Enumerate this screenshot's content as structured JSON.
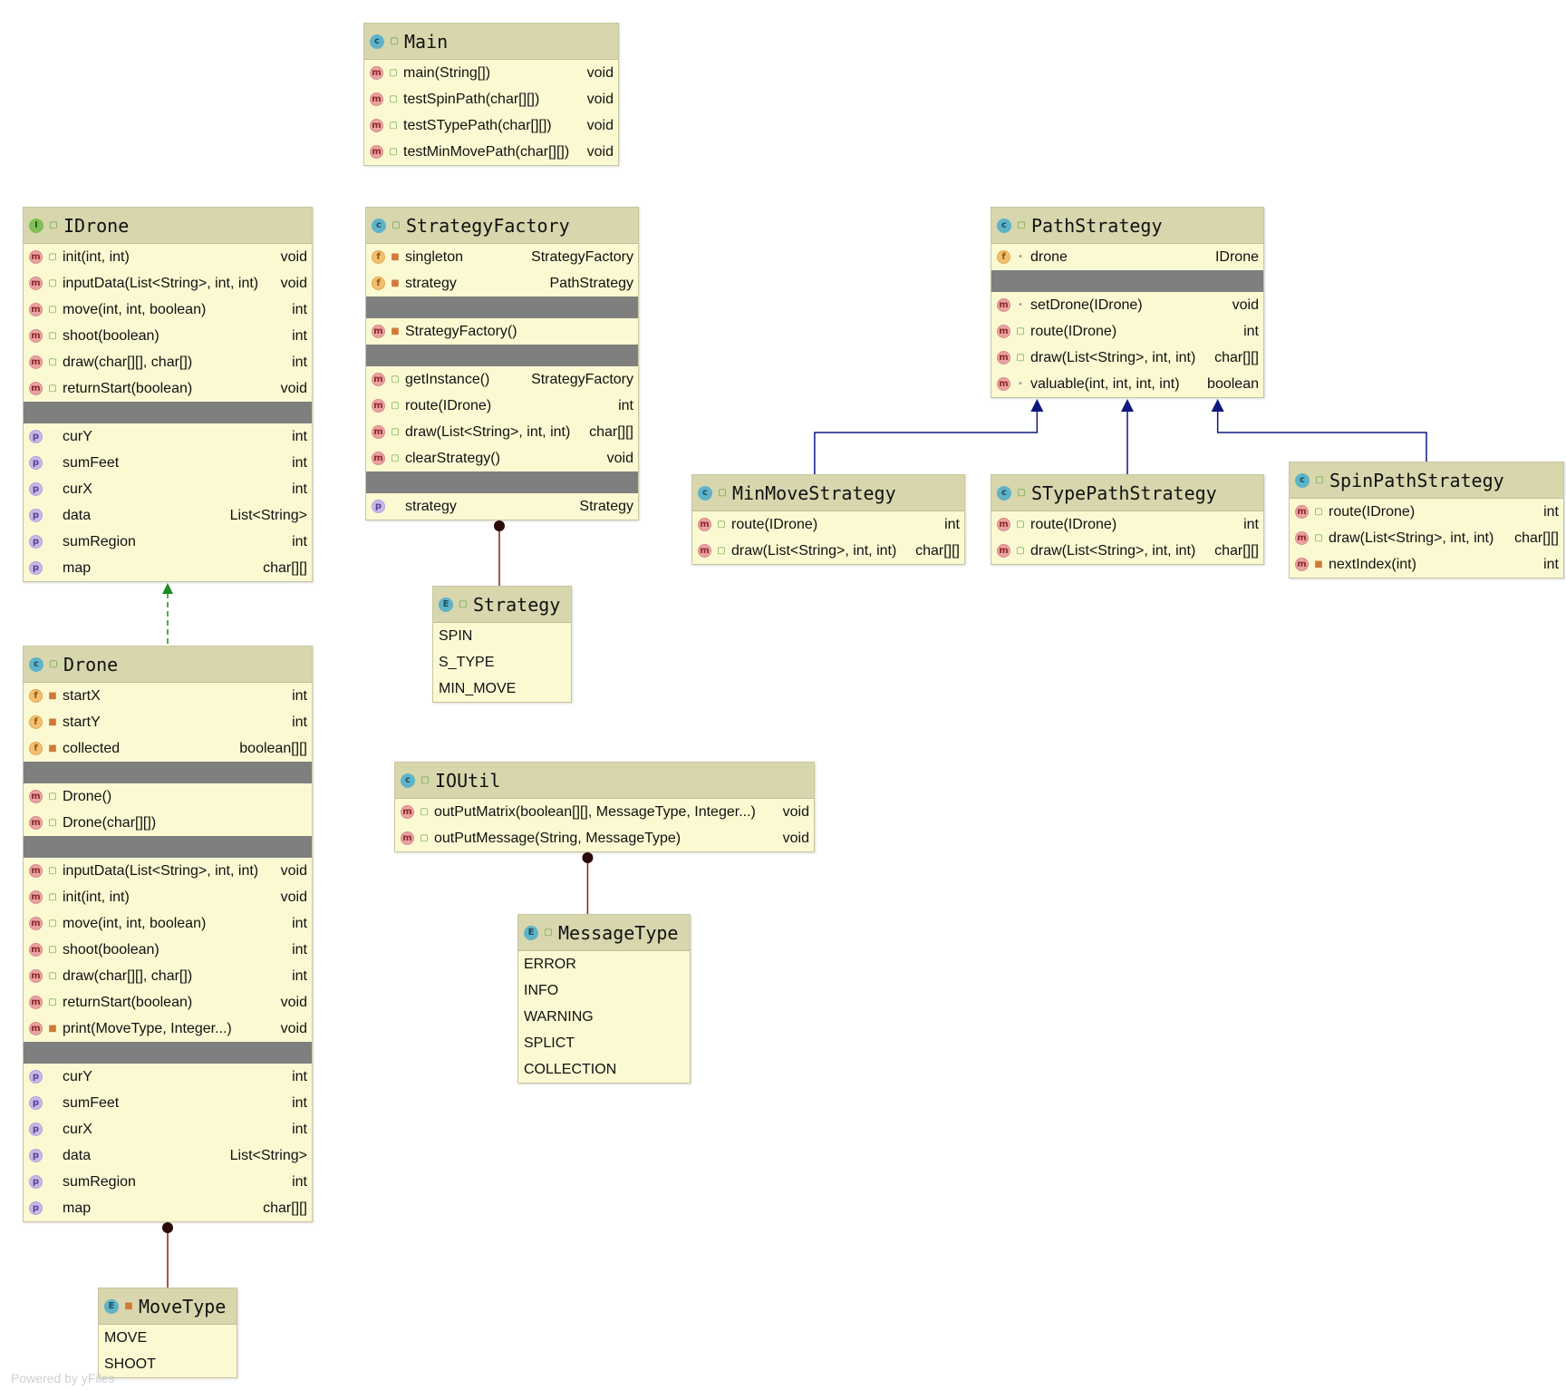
{
  "nodes": [
    {
      "id": "Main",
      "kind": "class",
      "title": "Main",
      "sections": [
        [
          {
            "icon": "m",
            "vis": "public",
            "name": "main(String[])",
            "type": "void"
          },
          {
            "icon": "m",
            "vis": "public",
            "name": "testSpinPath(char[][])",
            "type": "void"
          },
          {
            "icon": "m",
            "vis": "public",
            "name": "testSTypePath(char[][])",
            "type": "void"
          },
          {
            "icon": "m",
            "vis": "public",
            "name": "testMinMovePath(char[][])",
            "type": "void"
          }
        ]
      ]
    },
    {
      "id": "IDrone",
      "kind": "interface",
      "title": "IDrone",
      "sections": [
        [
          {
            "icon": "m",
            "vis": "public",
            "name": "init(int, int)",
            "type": "void"
          },
          {
            "icon": "m",
            "vis": "public",
            "name": "inputData(List<String>, int, int)",
            "type": "void"
          },
          {
            "icon": "m",
            "vis": "public",
            "name": "move(int, int, boolean)",
            "type": "int"
          },
          {
            "icon": "m",
            "vis": "public",
            "name": "shoot(boolean)",
            "type": "int"
          },
          {
            "icon": "m",
            "vis": "public",
            "name": "draw(char[][], char[])",
            "type": "int"
          },
          {
            "icon": "m",
            "vis": "public",
            "name": "returnStart(boolean)",
            "type": "void"
          }
        ],
        [
          {
            "icon": "p",
            "vis": "none",
            "name": "curY",
            "type": "int"
          },
          {
            "icon": "p",
            "vis": "none",
            "name": "sumFeet",
            "type": "int"
          },
          {
            "icon": "p",
            "vis": "none",
            "name": "curX",
            "type": "int"
          },
          {
            "icon": "p",
            "vis": "none",
            "name": "data",
            "type": "List<String>"
          },
          {
            "icon": "p",
            "vis": "none",
            "name": "sumRegion",
            "type": "int"
          },
          {
            "icon": "p",
            "vis": "none",
            "name": "map",
            "type": "char[][]"
          }
        ]
      ]
    },
    {
      "id": "StrategyFactory",
      "kind": "class",
      "title": "StrategyFactory",
      "sections": [
        [
          {
            "icon": "f",
            "vis": "private",
            "name": "singleton",
            "type": "StrategyFactory"
          },
          {
            "icon": "f",
            "vis": "private",
            "name": "strategy",
            "type": "PathStrategy"
          }
        ],
        [
          {
            "icon": "m",
            "vis": "private",
            "name": "StrategyFactory()",
            "type": ""
          }
        ],
        [
          {
            "icon": "m",
            "vis": "public",
            "name": "getInstance()",
            "type": "StrategyFactory"
          },
          {
            "icon": "m",
            "vis": "public",
            "name": "route(IDrone)",
            "type": "int"
          },
          {
            "icon": "m",
            "vis": "public",
            "name": "draw(List<String>, int, int)",
            "type": "char[][]"
          },
          {
            "icon": "m",
            "vis": "public",
            "name": "clearStrategy()",
            "type": "void"
          }
        ],
        [
          {
            "icon": "p",
            "vis": "none",
            "name": "strategy",
            "type": "Strategy"
          }
        ]
      ]
    },
    {
      "id": "PathStrategy",
      "kind": "class",
      "title": "PathStrategy",
      "sections": [
        [
          {
            "icon": "f",
            "vis": "package",
            "name": "drone",
            "type": "IDrone"
          }
        ],
        [
          {
            "icon": "m",
            "vis": "package",
            "name": "setDrone(IDrone)",
            "type": "void"
          },
          {
            "icon": "m",
            "vis": "public",
            "name": "route(IDrone)",
            "type": "int"
          },
          {
            "icon": "m",
            "vis": "public",
            "name": "draw(List<String>, int, int)",
            "type": "char[][]"
          },
          {
            "icon": "m",
            "vis": "package",
            "name": "valuable(int, int, int, int)",
            "type": "boolean"
          }
        ]
      ]
    },
    {
      "id": "MinMoveStrategy",
      "kind": "class",
      "title": "MinMoveStrategy",
      "sections": [
        [
          {
            "icon": "m",
            "vis": "public",
            "name": "route(IDrone)",
            "type": "int"
          },
          {
            "icon": "m",
            "vis": "public",
            "name": "draw(List<String>, int, int)",
            "type": "char[][]"
          }
        ]
      ]
    },
    {
      "id": "STypePathStrategy",
      "kind": "class",
      "title": "STypePathStrategy",
      "sections": [
        [
          {
            "icon": "m",
            "vis": "public",
            "name": "route(IDrone)",
            "type": "int"
          },
          {
            "icon": "m",
            "vis": "public",
            "name": "draw(List<String>, int, int)",
            "type": "char[][]"
          }
        ]
      ]
    },
    {
      "id": "SpinPathStrategy",
      "kind": "class",
      "title": "SpinPathStrategy",
      "sections": [
        [
          {
            "icon": "m",
            "vis": "public",
            "name": "route(IDrone)",
            "type": "int"
          },
          {
            "icon": "m",
            "vis": "public",
            "name": "draw(List<String>, int, int)",
            "type": "char[][]"
          },
          {
            "icon": "m",
            "vis": "private",
            "name": "nextIndex(int)",
            "type": "int"
          }
        ]
      ]
    },
    {
      "id": "Strategy",
      "kind": "enum",
      "title": "Strategy",
      "constants": [
        "SPIN",
        "S_TYPE",
        "MIN_MOVE"
      ]
    },
    {
      "id": "Drone",
      "kind": "class",
      "title": "Drone",
      "sections": [
        [
          {
            "icon": "f",
            "vis": "private",
            "name": "startX",
            "type": "int"
          },
          {
            "icon": "f",
            "vis": "private",
            "name": "startY",
            "type": "int"
          },
          {
            "icon": "f",
            "vis": "private",
            "name": "collected",
            "type": "boolean[][]"
          }
        ],
        [
          {
            "icon": "m",
            "vis": "public",
            "name": "Drone()",
            "type": ""
          },
          {
            "icon": "m",
            "vis": "public",
            "name": "Drone(char[][])",
            "type": ""
          }
        ],
        [
          {
            "icon": "m",
            "vis": "public",
            "name": "inputData(List<String>, int, int)",
            "type": "void"
          },
          {
            "icon": "m",
            "vis": "public",
            "name": "init(int, int)",
            "type": "void"
          },
          {
            "icon": "m",
            "vis": "public",
            "name": "move(int, int, boolean)",
            "type": "int"
          },
          {
            "icon": "m",
            "vis": "public",
            "name": "shoot(boolean)",
            "type": "int"
          },
          {
            "icon": "m",
            "vis": "public",
            "name": "draw(char[][], char[])",
            "type": "int"
          },
          {
            "icon": "m",
            "vis": "public",
            "name": "returnStart(boolean)",
            "type": "void"
          },
          {
            "icon": "m",
            "vis": "private",
            "name": "print(MoveType, Integer...)",
            "type": "void"
          }
        ],
        [
          {
            "icon": "p",
            "vis": "none",
            "name": "curY",
            "type": "int"
          },
          {
            "icon": "p",
            "vis": "none",
            "name": "sumFeet",
            "type": "int"
          },
          {
            "icon": "p",
            "vis": "none",
            "name": "curX",
            "type": "int"
          },
          {
            "icon": "p",
            "vis": "none",
            "name": "data",
            "type": "List<String>"
          },
          {
            "icon": "p",
            "vis": "none",
            "name": "sumRegion",
            "type": "int"
          },
          {
            "icon": "p",
            "vis": "none",
            "name": "map",
            "type": "char[][]"
          }
        ]
      ]
    },
    {
      "id": "IOUtil",
      "kind": "class",
      "title": "IOUtil",
      "sections": [
        [
          {
            "icon": "m",
            "vis": "public",
            "name": "outPutMatrix(boolean[][], MessageType, Integer...)",
            "type": "void"
          },
          {
            "icon": "m",
            "vis": "public",
            "name": "outPutMessage(String, MessageType)",
            "type": "void"
          }
        ]
      ]
    },
    {
      "id": "MessageType",
      "kind": "enum",
      "title": "MessageType",
      "constants": [
        "ERROR",
        "INFO",
        "WARNING",
        "SPLICT",
        "COLLECTION"
      ]
    },
    {
      "id": "MoveType",
      "kind": "enum",
      "vis": "private",
      "title": "MoveType",
      "constants": [
        "MOVE",
        "SHOOT"
      ]
    }
  ],
  "edges": [
    {
      "from": "Drone",
      "to": "IDrone",
      "kind": "implements"
    },
    {
      "from": "MinMoveStrategy",
      "to": "PathStrategy",
      "kind": "extends"
    },
    {
      "from": "STypePathStrategy",
      "to": "PathStrategy",
      "kind": "extends"
    },
    {
      "from": "SpinPathStrategy",
      "to": "PathStrategy",
      "kind": "extends"
    },
    {
      "from": "StrategyFactory",
      "to": "Strategy",
      "kind": "inner"
    },
    {
      "from": "IOUtil",
      "to": "MessageType",
      "kind": "inner"
    },
    {
      "from": "Drone",
      "to": "MoveType",
      "kind": "inner"
    }
  ],
  "colors": {
    "implements": "#1f8a1f",
    "extends": "#101880",
    "inner": "#8a1a1a"
  },
  "watermark": "Powered by yFiles"
}
